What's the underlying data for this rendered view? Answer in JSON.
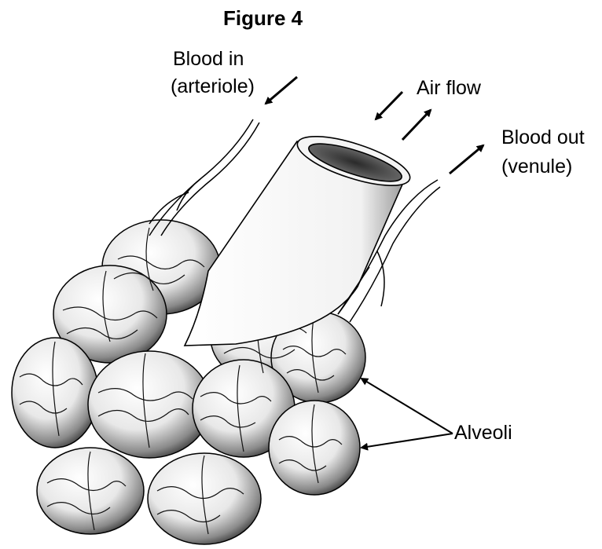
{
  "figure": {
    "title": "Figure 4"
  },
  "labels": {
    "blood_in_line1": "Blood in",
    "blood_in_line2": "(arteriole)",
    "air_flow": "Air flow",
    "blood_out_line1": "Blood out",
    "blood_out_line2": "(venule)",
    "alveoli": "Alveoli"
  },
  "colors": {
    "ink": "#000000",
    "background": "#ffffff",
    "shading": "#3a3a3a"
  }
}
